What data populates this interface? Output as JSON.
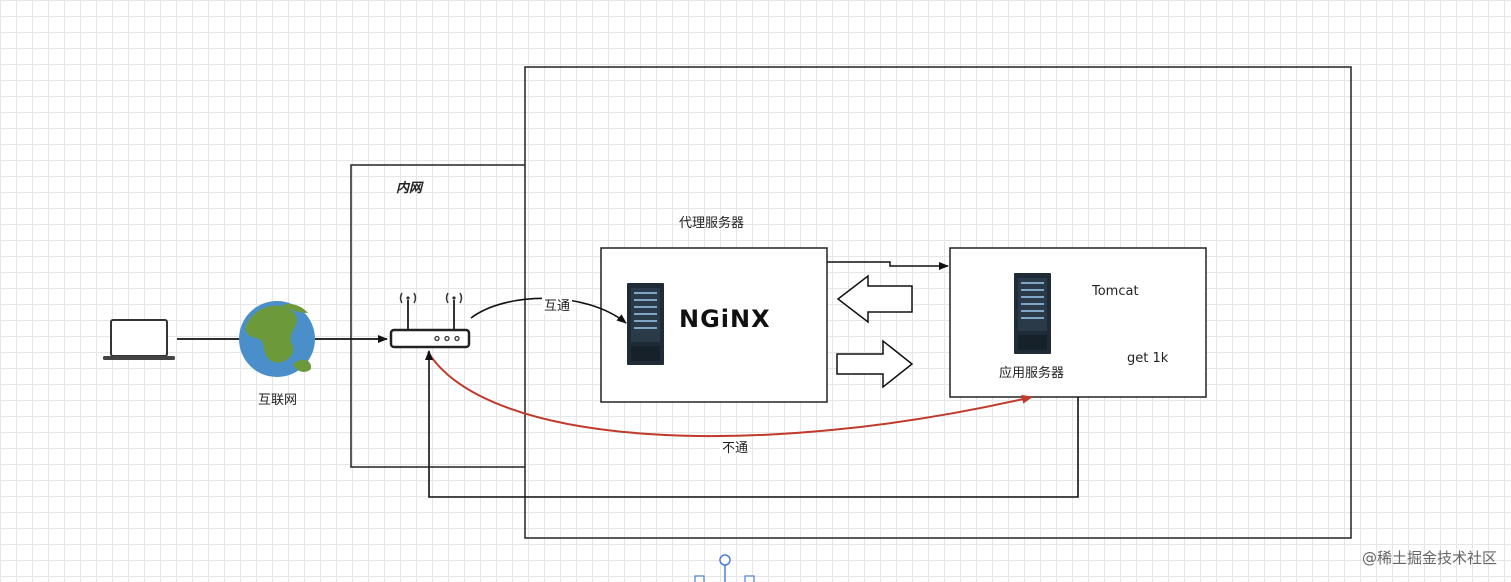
{
  "diagram": {
    "nodes": {
      "intranet": {
        "label": "内网"
      },
      "proxy": {
        "label": "代理服务器",
        "logo_text": "NGiNX"
      },
      "internet": {
        "label": "互联网"
      },
      "tomcat": {
        "label": "Tomcat",
        "note": "get 1k",
        "server_label": "应用服务器"
      }
    },
    "edges": {
      "router_to_proxy": {
        "label": "互通"
      },
      "router_to_appserver": {
        "label": "不通",
        "color": "#c0392b"
      }
    },
    "icons": [
      "laptop-icon",
      "globe-icon",
      "router-icon",
      "server-icon",
      "left-arrow-icon",
      "right-arrow-icon"
    ]
  },
  "watermark": "@稀土掘金技术社区"
}
